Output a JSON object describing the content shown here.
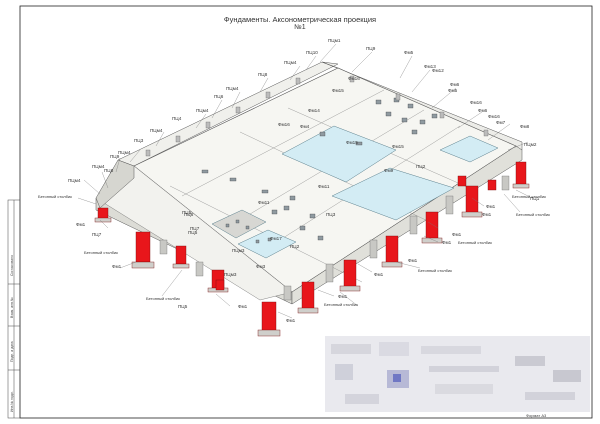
{
  "title": "Фундаменты. Аксонометрическая проекция",
  "subtitle": "№1",
  "format": "Формат А3",
  "side_labels": [
    "Согласовано",
    "Взам. инв.№",
    "Подп. и дата",
    "Инв.№ подл."
  ],
  "elements": {
    "pile": "Фм1",
    "foundation": "Фм",
    "slab": "ПЦ",
    "concrete_column": "Бетонный столбик"
  },
  "labels": {
    "top": [
      "ПЦм1",
      "ПЦ9",
      "ПЦ10",
      "ПЦм4",
      "ПЦ8",
      "ПЦм4",
      "ПЦ6",
      "ПЦм4",
      "ПЦ4",
      "ПЦм4",
      "ПЦ3",
      "ПЦм4",
      "ПЦ9",
      "ПЦм4"
    ],
    "right_top": [
      "Фм5",
      "Фм13",
      "Фм12",
      "Фм6",
      "Фм5",
      "Фм16",
      "Фм6",
      "Фм16",
      "Фм7",
      "Фм8"
    ],
    "right_mid": [
      "ПЦм2",
      "ПЦ1",
      "Фм1",
      "Фм1",
      "Фм1"
    ],
    "interior": [
      "Фм16",
      "Фм15",
      "Фм14",
      "Фм4",
      "Фм16",
      "Фм15",
      "Фм15",
      "Фм9",
      "ПЦ2",
      "ПЦ3",
      "Фм11",
      "Фм11",
      "ПЦ2",
      "Фм17",
      "ПЦм3",
      "ПЦм3",
      "ПЦ5",
      "ПЦ5",
      "ПЦ7",
      "Фм3"
    ],
    "left": [
      "ПЦм4",
      "ПЦ8",
      "Фм1",
      "ПЦ7",
      "ПЦ6",
      "Фм1",
      "ПЦ5"
    ],
    "bottom": [
      "Фм1",
      "Фм1",
      "Фм1",
      "Фм1",
      "Фм1",
      "Фм1"
    ]
  },
  "colors": {
    "pile": "#e8161b",
    "glass": "#d3ecf4",
    "deck": "#f6f6f2",
    "line": "#555555",
    "frame": "#222222"
  }
}
